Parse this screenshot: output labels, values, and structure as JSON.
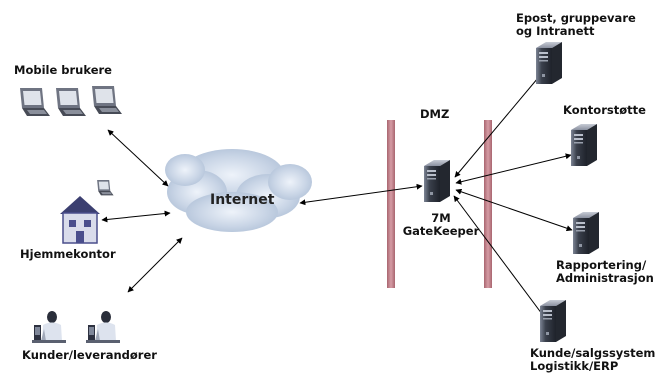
{
  "labels": {
    "mobile": "Mobile brukere",
    "home": "Hjemmekontor",
    "customers": "Kunder/leverandører",
    "internet": "Internet",
    "dmz": "DMZ",
    "gatekeeper_line1": "7M",
    "gatekeeper_line2": "GateKeeper",
    "server_mail_line1": "Epost, gruppevare",
    "server_mail_line2": "og Intranett",
    "server_office": "Kontorstøtte",
    "server_report_line1": "Rapportering/",
    "server_report_line2": "Administrasjon",
    "server_sales_line1": "Kunde/salgssystem",
    "server_sales_line2": "Logistikk/ERP"
  },
  "colors": {
    "firewall": "#c98a94",
    "cloud": "#c9d5e6",
    "arrow": "#000000",
    "server_body": "#3c4250",
    "house": "#4a4e8c"
  }
}
